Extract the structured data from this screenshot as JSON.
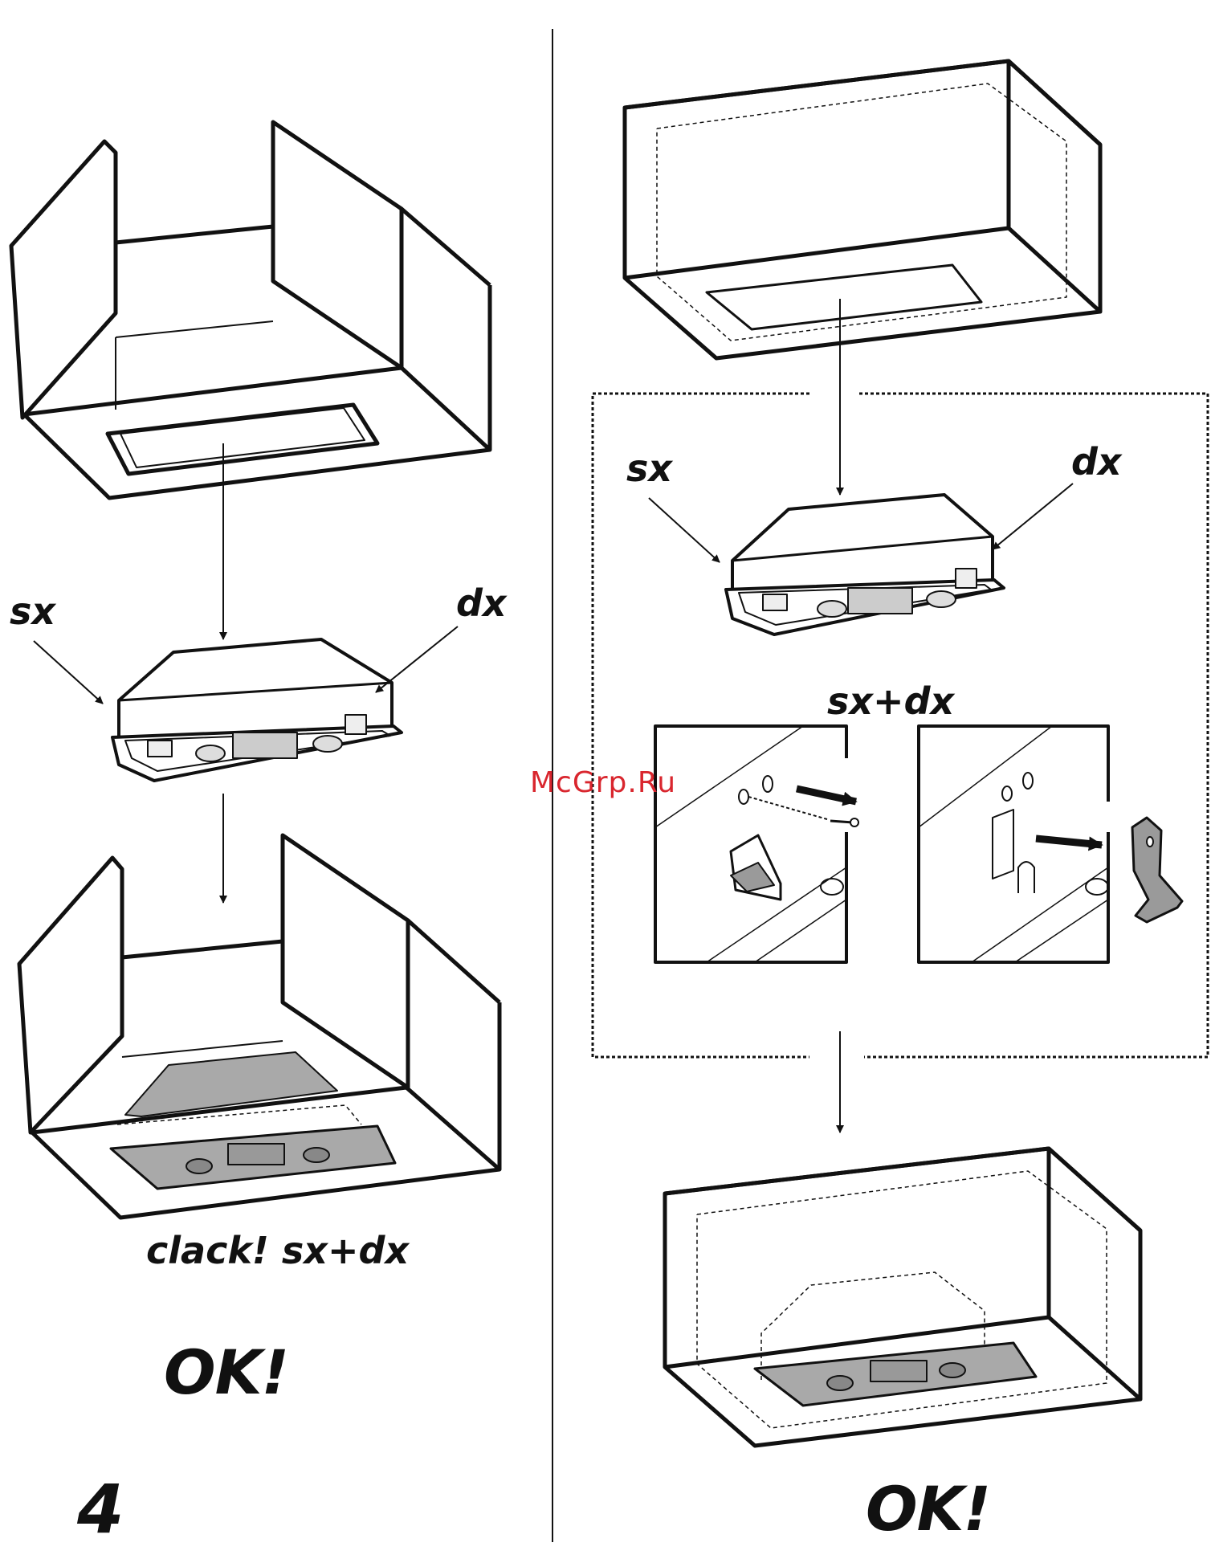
{
  "colors": {
    "ink": "#111111",
    "fill": "#a9a9a9",
    "watermark": "#d9262e"
  },
  "left": {
    "step1": {
      "label_sx": "sx",
      "label_dx": "dx"
    },
    "step2": {
      "caption": "clack! sx+dx"
    },
    "ok": "OK!",
    "page_number": "4"
  },
  "right": {
    "step1": {
      "label_sx": "sx",
      "label_dx": "dx",
      "label_sxdx": "sx+dx"
    },
    "ok": "OK!"
  },
  "watermark": "McGrp.Ru"
}
